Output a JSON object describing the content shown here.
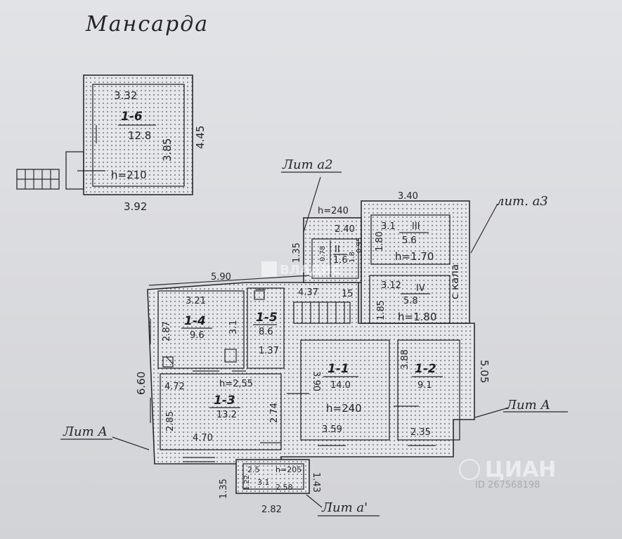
{
  "title": "Мансарда",
  "attic": {
    "room_id": "1-6",
    "area": "12.8",
    "height": "h=210",
    "dim_top": "3.32",
    "dim_bottom": "3.92",
    "dim_right": "4.45",
    "dim_inner": "3.85"
  },
  "labels": {
    "lit_a2": "Лит а2",
    "lit_a3": "лит. а3",
    "lit_a_right": "Лит А",
    "lit_a_left": "Лит А",
    "lit_a1": "Лит а'",
    "skala": "с кала"
  },
  "rooms": {
    "r1_1": {
      "id": "1-1",
      "area": "14.0",
      "height": "h=240",
      "dim_w": "3.59",
      "dim_h": "3.90"
    },
    "r1_2": {
      "id": "1-2",
      "area": "9.1",
      "dim_w": "2.35",
      "dim_h": "3.88"
    },
    "r1_3": {
      "id": "1-3",
      "area": "13.2",
      "height": "h=2,55",
      "dim_top": "4.72",
      "dim_bottom": "4.70",
      "dim_left": "2.85",
      "dim_right": "2.74"
    },
    "r1_4": {
      "id": "1-4",
      "area": "9.6",
      "dim_top": "3.21",
      "dim_left": "2.87",
      "dim_right": "3.1"
    },
    "r1_5": {
      "id": "1-5",
      "area": "8.6",
      "dim_w": "1.37"
    },
    "rIII": {
      "id": "III",
      "area": "5.6",
      "height": "h=1.70",
      "dim_w": "3.1",
      "dim_h": "1.80"
    },
    "rIV": {
      "id": "IV",
      "area": "5.8",
      "height": "h=1.80",
      "dim_w": "3.12",
      "dim_h": "1.85"
    },
    "rII": {
      "id": "II",
      "area": "1.6",
      "dim_a": "0.78",
      "dim_b": "1.8",
      "dim_c": "0.95"
    }
  },
  "dims": {
    "d_590": "5.90",
    "d_437": "4.37",
    "d_340": "3.40",
    "d_240": "2.40",
    "d_h240": "h=240",
    "d_135": "1.35",
    "d_15": "15",
    "d_660": "6.60",
    "d_505": "5.05",
    "d_282": "2.82",
    "d_143": "1.43",
    "d_135b": "1.35",
    "d_25": "2.5",
    "d_h205": "h=205",
    "d_31": "3.1",
    "d_258": "2.58",
    "d_122": "1.22"
  },
  "watermarks": {
    "vladis": "ВЛАДИС",
    "cian": "ЦИАН",
    "cian_id": "ID 267568198"
  }
}
